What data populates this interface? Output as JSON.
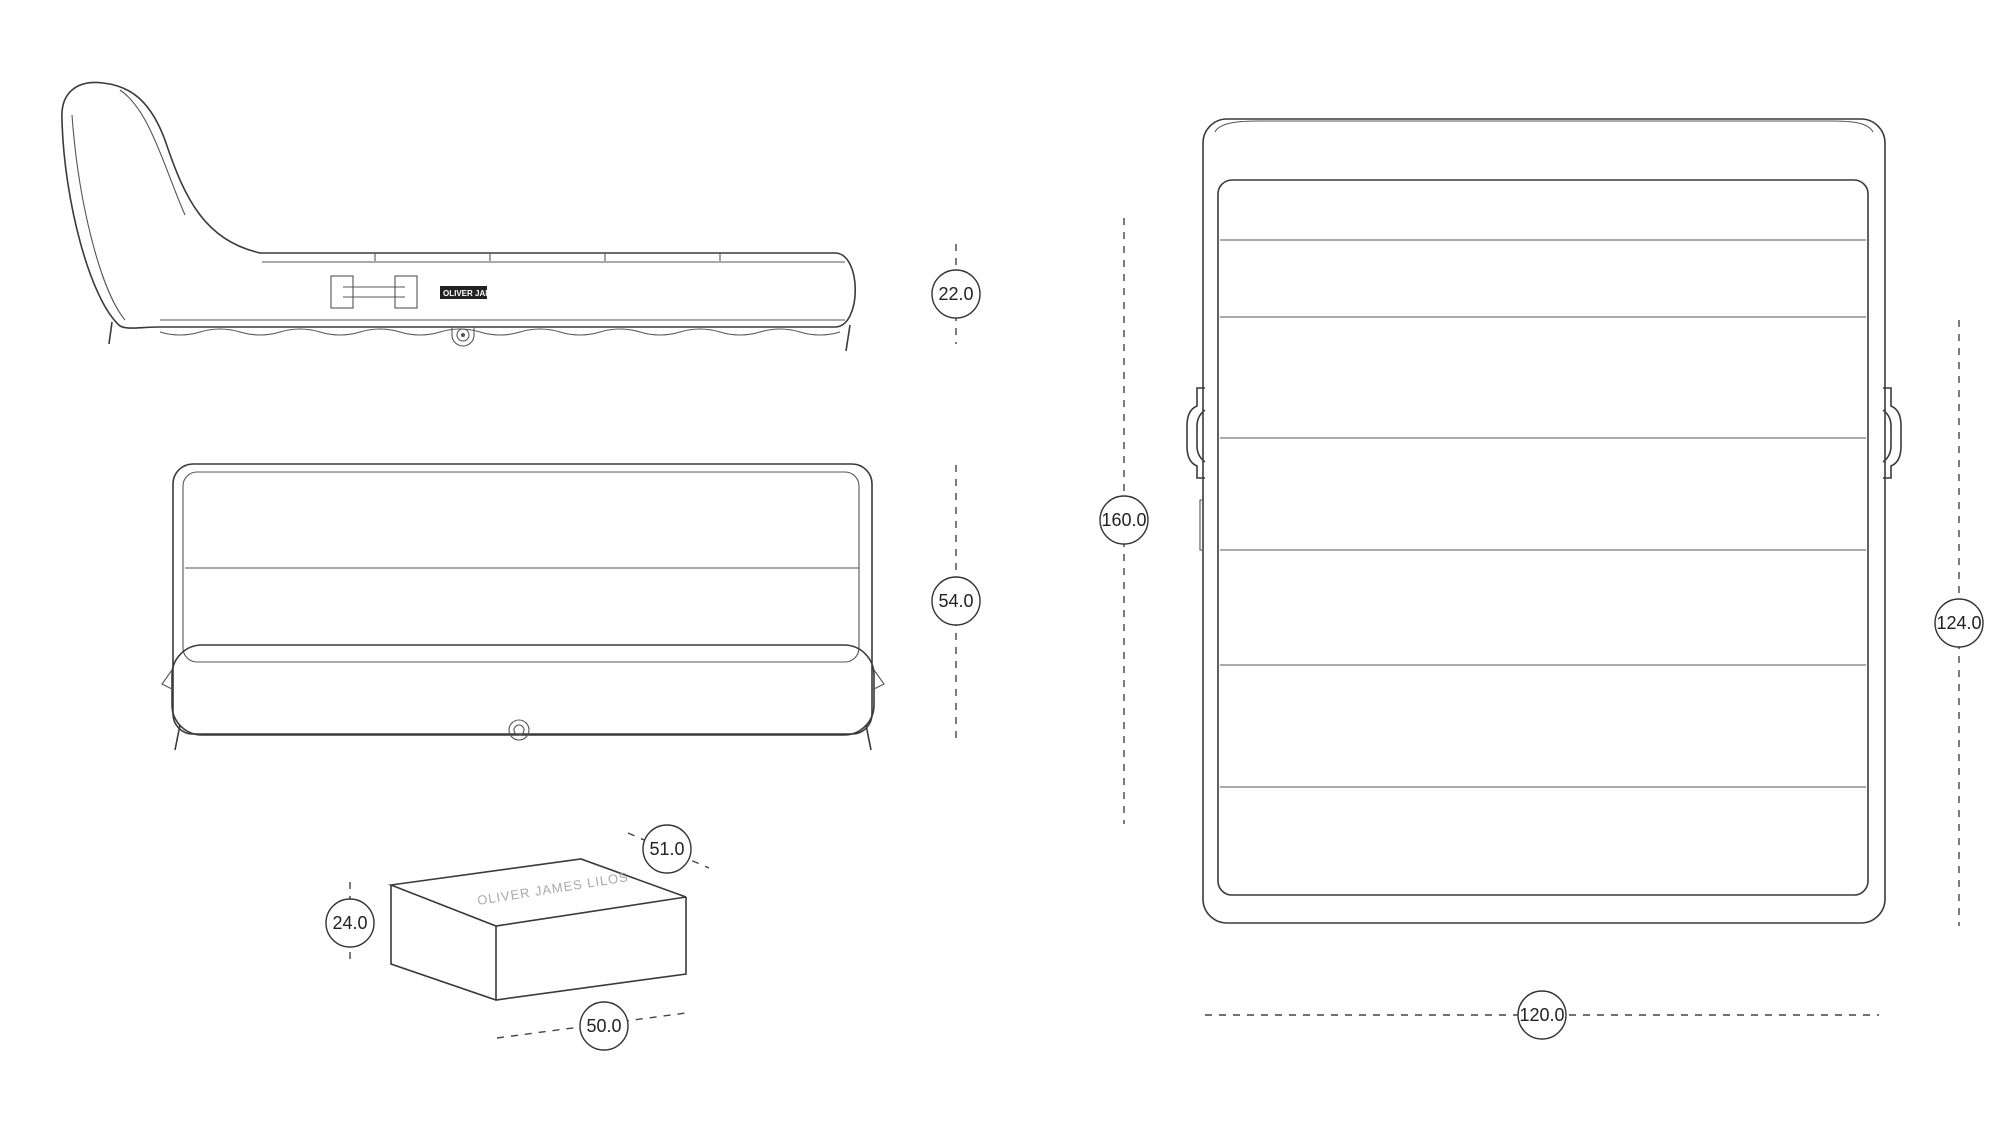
{
  "diagram": {
    "views": {
      "side_view": {
        "brand_label": "OLIVER JAMES",
        "dimension": "22.0"
      },
      "front_view": {
        "dimension": "54.0"
      },
      "packed_box": {
        "brand_label": "OLIVER JAMES LILOS",
        "dimensions": {
          "height": "24.0",
          "depth": "51.0",
          "width": "50.0"
        }
      },
      "top_view": {
        "dimensions": {
          "length": "160.0",
          "inner_length": "124.0",
          "width": "120.0"
        }
      }
    },
    "colors": {
      "line": "#3a3a3a",
      "background": "#ffffff"
    }
  }
}
